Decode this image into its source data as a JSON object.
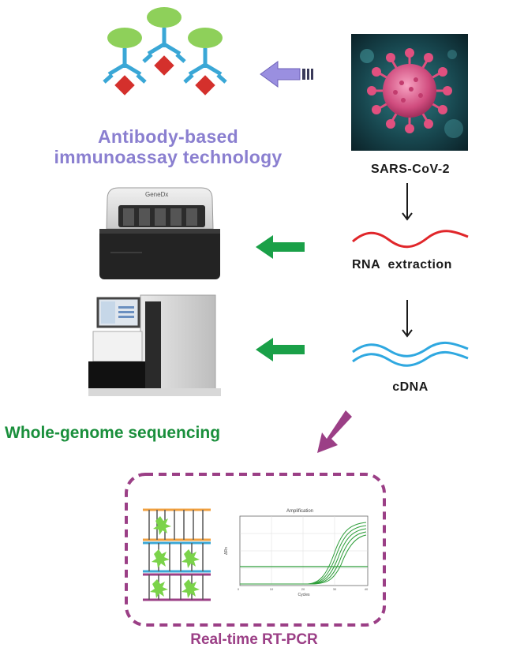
{
  "labels": {
    "antibody_line1": "Antibody-based",
    "antibody_line2": "immunoassay technology",
    "virus": "SARS-CoV-2",
    "rna": "RNA  extraction",
    "cdna": "cDNA",
    "wgs": "Whole-genome sequencing",
    "pcr": "Real-time RT-PCR"
  },
  "devices": {
    "extractor_brand": "GeneDx"
  },
  "amplification_plot": {
    "title": "Amplification",
    "ylabel": "ΔRn",
    "xlabel": "Cycles"
  },
  "colors": {
    "antibody_head": "#8ed05a",
    "antibody_arm": "#3aa7d6",
    "antigen": "#d4302c",
    "purple_arrow": "#9a8fe0",
    "green_arrow": "#1aa048",
    "magenta_arrow": "#9b3f86",
    "rna_strand": "#e0262a",
    "cdna_strand": "#2fa8e0",
    "pcr_border": "#9b3f86",
    "wgs_text": "#1a8f3c",
    "antibody_text": "#8a7fd0"
  },
  "icons": [
    "antibody-icon",
    "virus-image",
    "extraction-instrument",
    "sequencer-instrument",
    "dna-probe-icon",
    "amplification-plot"
  ]
}
